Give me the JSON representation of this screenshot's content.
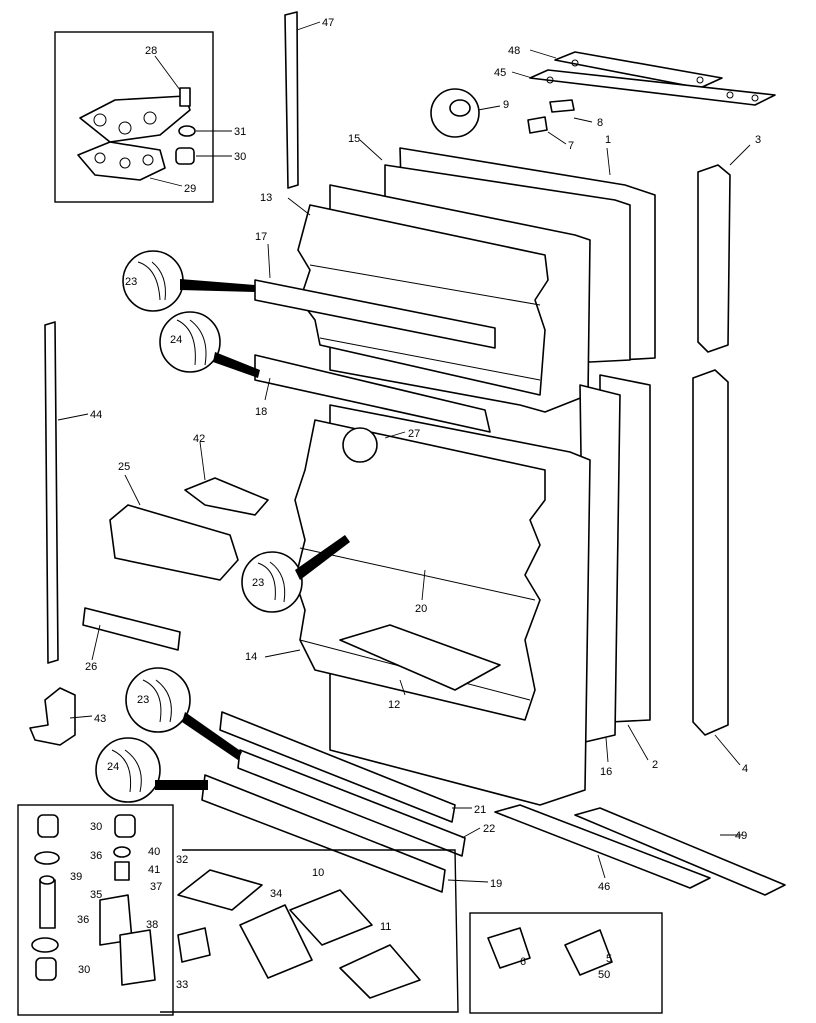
{
  "callouts": {
    "c1": "1",
    "c2": "2",
    "c3": "3",
    "c4": "4",
    "c5": "5",
    "c6": "6",
    "c7": "7",
    "c8": "8",
    "c9": "9",
    "c10": "10",
    "c11": "11",
    "c12": "12",
    "c13": "13",
    "c14": "14",
    "c15": "15",
    "c16": "16",
    "c17": "17",
    "c18": "18",
    "c19": "19",
    "c20": "20",
    "c21": "21",
    "c22": "22",
    "c23a": "23",
    "c23b": "23",
    "c23c": "23",
    "c24a": "24",
    "c24b": "24",
    "c25": "25",
    "c26": "26",
    "c27": "27",
    "c28": "28",
    "c29": "29",
    "c30a": "30",
    "c30b": "30",
    "c30c": "30",
    "c31": "31",
    "c32": "32",
    "c33": "33",
    "c34": "34",
    "c35": "35",
    "c36a": "36",
    "c36b": "36",
    "c37": "37",
    "c38": "38",
    "c39": "39",
    "c40": "40",
    "c41": "41",
    "c42": "42",
    "c43": "43",
    "c44": "44",
    "c45": "45",
    "c46": "46",
    "c47": "47",
    "c48": "48",
    "c49": "49",
    "c50": "50"
  }
}
